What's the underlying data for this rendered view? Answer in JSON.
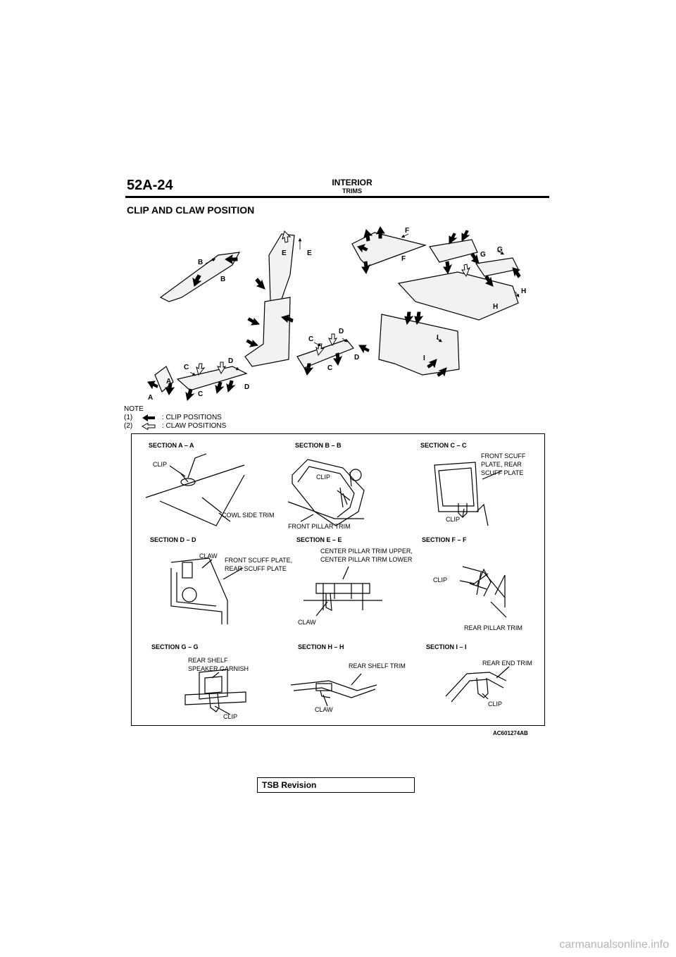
{
  "header": {
    "page_number": "52A-24",
    "title": "INTERIOR",
    "subtitle": "TRIMS"
  },
  "section_title": "CLIP AND CLAW POSITION",
  "note": {
    "heading": "NOTE",
    "items": [
      {
        "num": "(1)",
        "text": ": CLIP POSITIONS"
      },
      {
        "num": "(2)",
        "text": ": CLAW POSITIONS"
      }
    ]
  },
  "overview_marks": [
    "A",
    "A",
    "B",
    "B",
    "C",
    "C",
    "C",
    "C",
    "D",
    "D",
    "D",
    "D",
    "E",
    "E",
    "F",
    "F",
    "G",
    "G",
    "H",
    "H",
    "I",
    "I"
  ],
  "sections": {
    "aa": {
      "heading": "SECTION A – A",
      "labels": [
        "CLIP",
        "COWL SIDE TRIM"
      ]
    },
    "bb": {
      "heading": "SECTION B – B",
      "labels": [
        "CLIP",
        "FRONT PILLAR TRIM"
      ]
    },
    "cc": {
      "heading": "SECTION C – C",
      "labels": [
        "FRONT SCUFF",
        "PLATE, REAR",
        "SCUFF PLATE",
        "CLIP"
      ]
    },
    "dd": {
      "heading": "SECTION D – D",
      "labels": [
        "CLAW",
        "FRONT SCUFF PLATE,",
        "REAR SCUFF PLATE"
      ]
    },
    "ee": {
      "heading": "SECTION E – E",
      "labels": [
        "CENTER PILLAR TRIM UPPER,",
        "CENTER PILLAR TIRM LOWER",
        "CLAW"
      ]
    },
    "ff": {
      "heading": "SECTION F – F",
      "labels": [
        "CLIP",
        "REAR PILLAR TRIM"
      ]
    },
    "gg": {
      "heading": "SECTION G – G",
      "labels": [
        "REAR SHELF",
        "SPEAKER GARNISH",
        "CLIP"
      ]
    },
    "hh": {
      "heading": "SECTION H – H",
      "labels": [
        "REAR SHELF TRIM",
        "CLAW"
      ]
    },
    "ii": {
      "heading": "SECTION I – I",
      "labels": [
        "REAR END TRIM",
        "CLIP"
      ]
    }
  },
  "figure_code": "AC601274AB",
  "footer": {
    "tsb_label": "TSB Revision"
  },
  "watermark": "carmanualsonline.info"
}
